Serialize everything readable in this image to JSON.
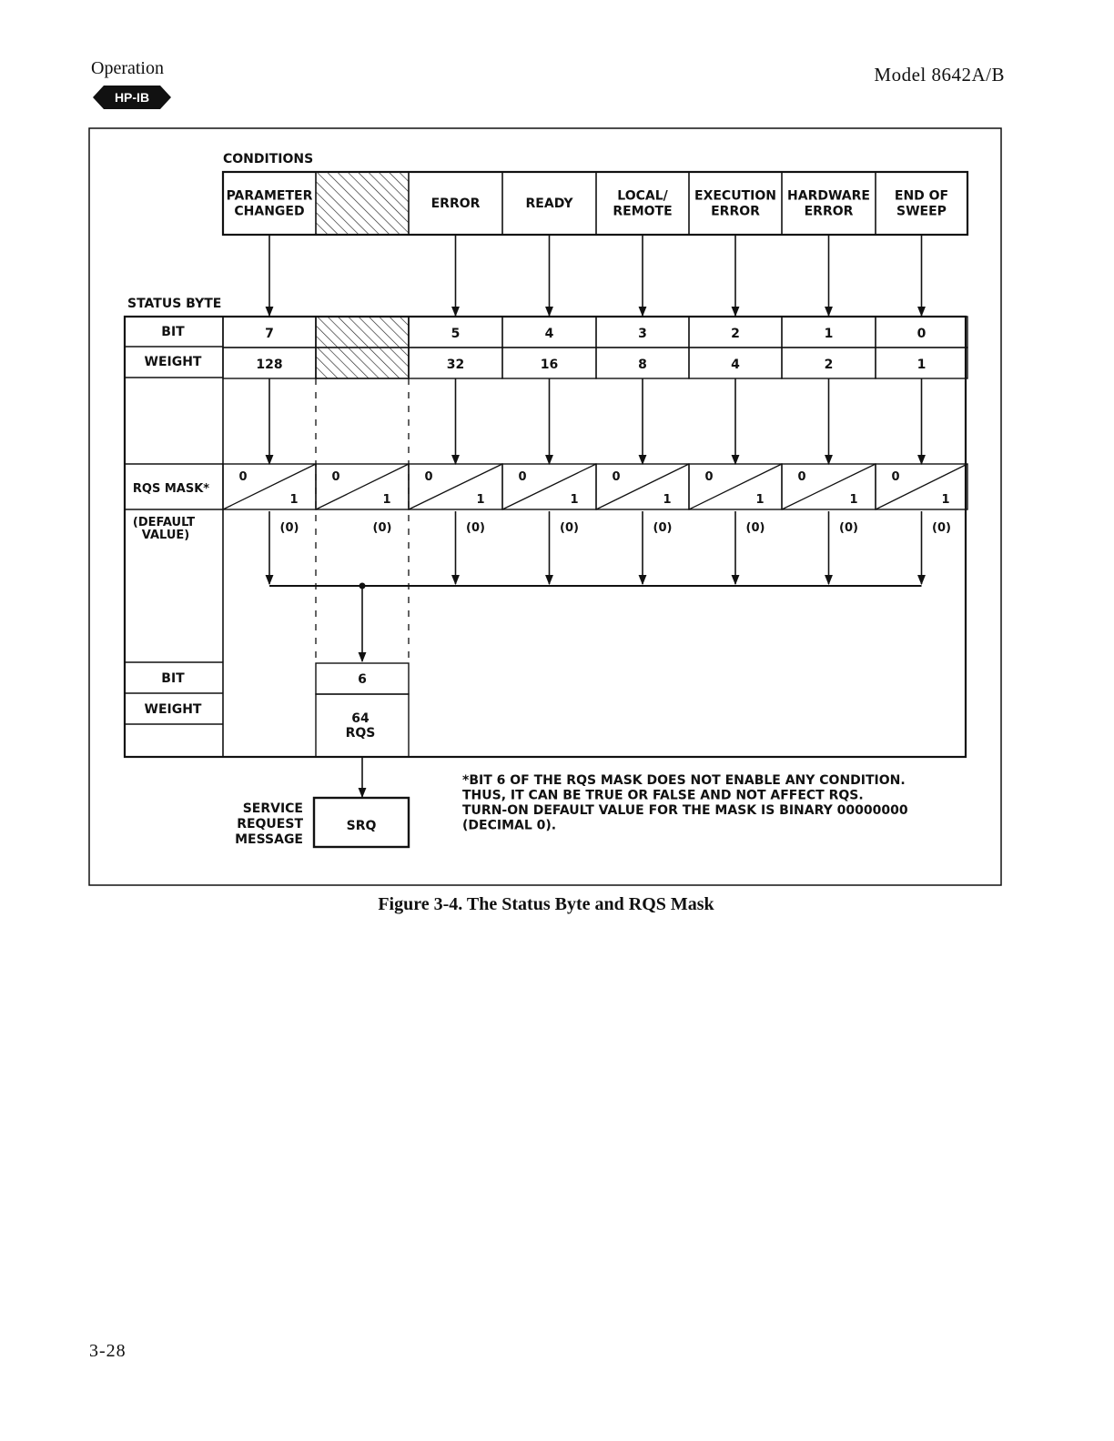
{
  "header": {
    "section": "Operation",
    "model": "Model 8642A/B",
    "badge": "HP-IB"
  },
  "diagram": {
    "conditions_title": "CONDITIONS",
    "conditions": [
      [
        "PARAMETER",
        "CHANGED"
      ],
      [],
      [
        "ERROR"
      ],
      [
        "READY"
      ],
      [
        "LOCAL/",
        "REMOTE"
      ],
      [
        "EXECUTION",
        "ERROR"
      ],
      [
        "HARDWARE",
        "ERROR"
      ],
      [
        "END OF",
        "SWEEP"
      ]
    ],
    "status_byte_title": "STATUS BYTE",
    "row_labels": {
      "bit": "BIT",
      "weight": "WEIGHT",
      "rqs_mask": "RQS MASK*",
      "default_value": [
        "(DEFAULT",
        "VALUE)"
      ]
    },
    "bits": [
      "7",
      "",
      "5",
      "4",
      "3",
      "2",
      "1",
      "0"
    ],
    "weights": [
      "128",
      "",
      "32",
      "16",
      "8",
      "4",
      "2",
      "1"
    ],
    "mask_values": [
      "0",
      "1"
    ],
    "default_value": "(0)",
    "bit6": {
      "bit": "6",
      "weight": "64",
      "rqs": "RQS"
    },
    "srq_label": [
      "SERVICE",
      "REQUEST",
      "MESSAGE"
    ],
    "srq": "SRQ",
    "note": [
      "*BIT 6 OF THE RQS MASK DOES NOT ENABLE ANY CONDITION.",
      "THUS, IT CAN BE TRUE OR FALSE AND NOT AFFECT RQS.",
      "TURN-ON DEFAULT VALUE FOR THE MASK IS BINARY 00000000",
      "(DECIMAL 0)."
    ]
  },
  "caption": "Figure 3-4. The Status Byte and RQS Mask",
  "page_number": "3-28"
}
